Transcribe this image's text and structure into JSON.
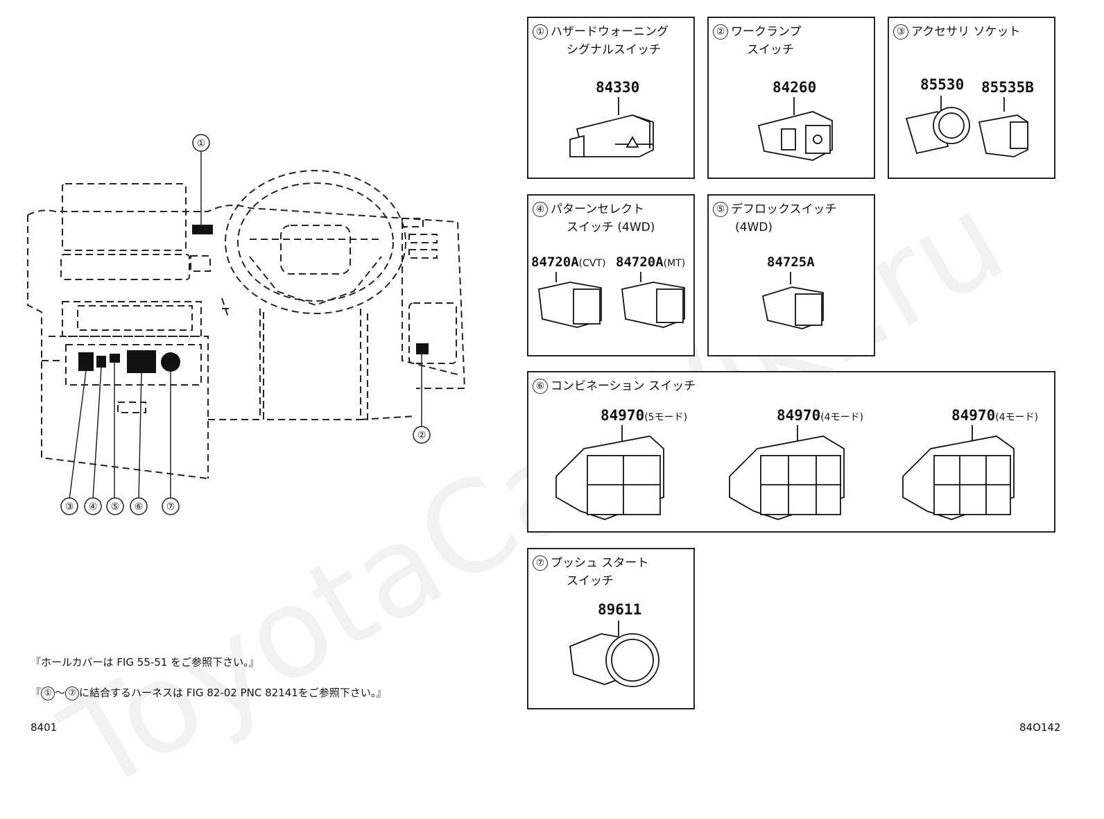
{
  "panels": [
    {
      "num": "①",
      "title_l1": "ハザードウォーニング",
      "title_l2": "シグナルスイッチ",
      "parts": [
        {
          "pn": "84330",
          "sfx": ""
        }
      ]
    },
    {
      "num": "②",
      "title_l1": "ワークランプ",
      "title_l2": "スイッチ",
      "parts": [
        {
          "pn": "84260",
          "sfx": ""
        }
      ]
    },
    {
      "num": "③",
      "title_l1": "アクセサリ ソケット",
      "title_l2": "",
      "parts": [
        {
          "pn": "85530",
          "sfx": ""
        },
        {
          "pn": "85535B",
          "sfx": ""
        }
      ]
    },
    {
      "num": "④",
      "title_l1": "パターンセレクト",
      "title_l2": "スイッチ (4WD)",
      "parts": [
        {
          "pn": "84720A",
          "sfx": "(CVT)"
        },
        {
          "pn": "84720A",
          "sfx": "(MT)"
        }
      ]
    },
    {
      "num": "⑤",
      "title_l1": "デフロックスイッチ",
      "title_l2": "(4WD)",
      "parts": [
        {
          "pn": "84725A",
          "sfx": ""
        }
      ]
    },
    {
      "num": "⑥",
      "title_l1": "コンビネーション スイッチ",
      "title_l2": "",
      "parts": [
        {
          "pn": "84970",
          "sfx": "(5モード)"
        },
        {
          "pn": "84970",
          "sfx": "(4モード)"
        },
        {
          "pn": "84970",
          "sfx": "(4モード)"
        }
      ]
    },
    {
      "num": "⑦",
      "title_l1": "プッシュ スタート",
      "title_l2": "スイッチ",
      "parts": [
        {
          "pn": "89611",
          "sfx": ""
        }
      ]
    }
  ],
  "callouts": [
    "①",
    "②",
    "③",
    "④",
    "⑤",
    "⑥",
    "⑦"
  ],
  "notes": {
    "note1": "『ホールカバーは FIG 55-51 をご参照下さい。』",
    "note2_prefix": "『",
    "note2_from": "①",
    "note2_tilde": "～",
    "note2_to": "⑦",
    "note2_rest": "に結合するハーネスは FIG 82-02 PNC 82141をご参照下さい。』"
  },
  "footer": {
    "left_code": "8401",
    "right_code": "84O142"
  },
  "watermark": "ToyotaCarWiki.ru"
}
